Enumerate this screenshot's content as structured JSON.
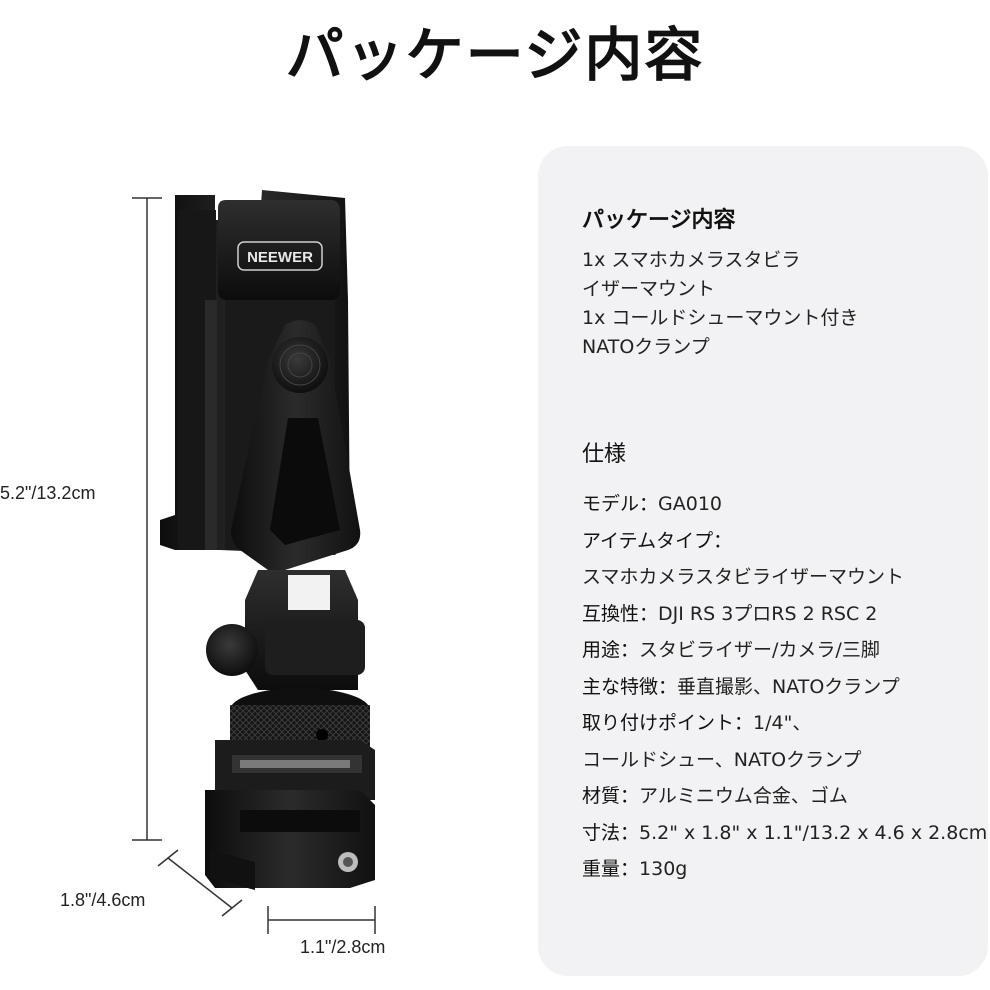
{
  "page": {
    "title": "パッケージ内容"
  },
  "dimensions": {
    "height": "5.2\"/13.2cm",
    "depth": "1.8\"/4.6cm",
    "width": "1.1\"/2.8cm"
  },
  "product": {
    "brand_logo": "NEEWER"
  },
  "package": {
    "title": "パッケージ内容",
    "lines": [
      "1x スマホカメラスタビラ",
      "イザーマウント",
      "1x コールドシューマウント付き",
      "NATOクランプ"
    ]
  },
  "specs": {
    "title": "仕様",
    "rows": [
      {
        "label": "モデル：",
        "value": "GA010"
      },
      {
        "label": "アイテムタイプ：",
        "value": ""
      },
      {
        "label": "",
        "value": "スマホカメラスタビライザーマウント"
      },
      {
        "label": "互換性：",
        "value": "DJI RS 3プロRS 2 RSC 2"
      },
      {
        "label": "用途：",
        "value": "スタビライザー/カメラ/三脚"
      },
      {
        "label": "主な特徴：",
        "value": "垂直撮影、NATOクランプ"
      },
      {
        "label": "取り付けポイント：",
        "value": "1/4\"、"
      },
      {
        "label": "",
        "value": "コールドシュー、NATOクランプ"
      },
      {
        "label": "材質：",
        "value": "アルミニウム合金、ゴム"
      },
      {
        "label": "寸法：",
        "value": "5.2\" x 1.8\" x 1.1\"/13.2 x 4.6 x 2.8cm"
      },
      {
        "label": "重量：",
        "value": "130g"
      }
    ]
  }
}
